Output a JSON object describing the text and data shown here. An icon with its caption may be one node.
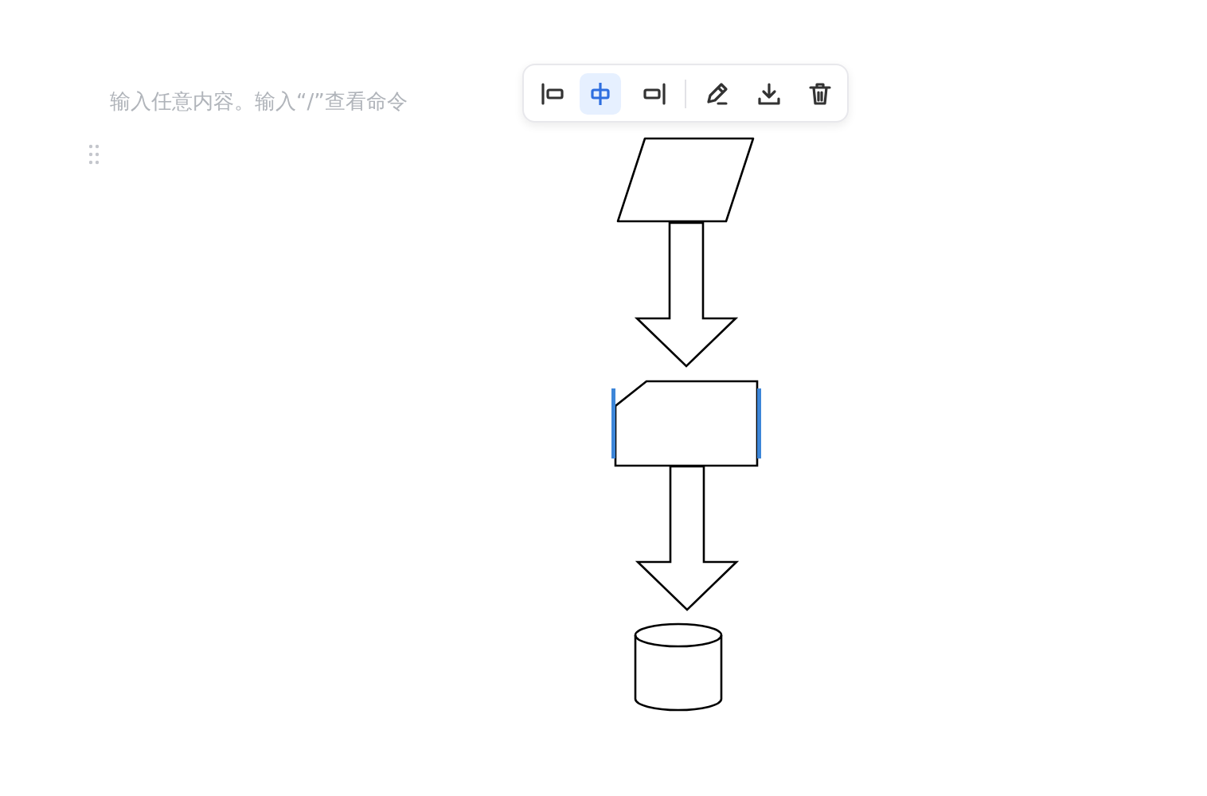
{
  "diagram": {
    "nodes": [
      {
        "text": [],
        "shape": "parallelogram"
      },
      {
        "text": [],
        "shape": "card"
      },
      {
        "text": [],
        "shape": "cylinder"
      }
    ],
    "edges": [
      {
        "from": 0,
        "to": 1,
        "arrow": "to",
        "style": "thick"
      },
      {
        "from": 1,
        "to": 2,
        "arrow": "to",
        "style": "thick"
      }
    ],
    "labels": [
      "输入任意内容。输入“/”查看命令"
    ]
  }
}
